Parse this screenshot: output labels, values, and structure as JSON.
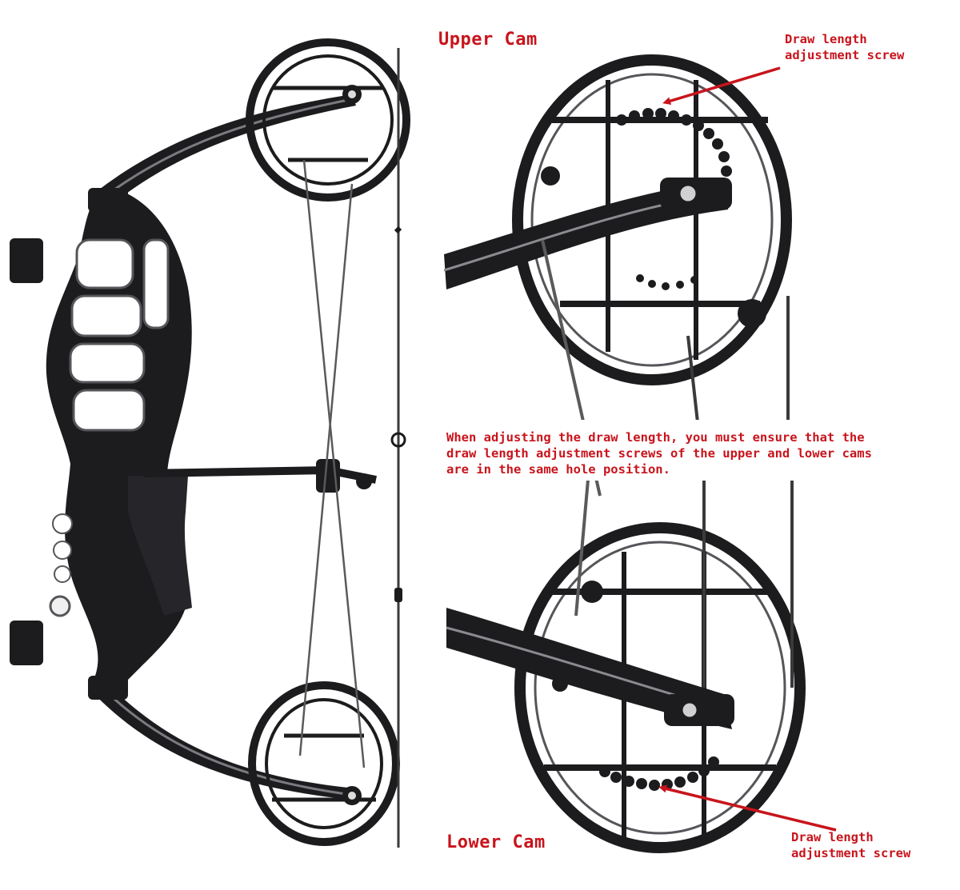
{
  "labels": {
    "upper_cam": "Upper Cam",
    "lower_cam": "Lower Cam",
    "upper_screw_line1": "Draw length",
    "upper_screw_line2": "adjustment screw",
    "lower_screw_line1": "Draw length",
    "lower_screw_line2": "adjustment screw",
    "note_line1": "When adjusting the draw length, you must ensure that the",
    "note_line2": "draw length adjustment screws of the upper and lower cams",
    "note_line3": "are in the same hole position."
  },
  "colors": {
    "annotation": "#c8141c",
    "metal": "#1c1c1e",
    "metal_highlight": "#6a6a70",
    "string": "#3a3a3a",
    "background": "#ffffff"
  }
}
